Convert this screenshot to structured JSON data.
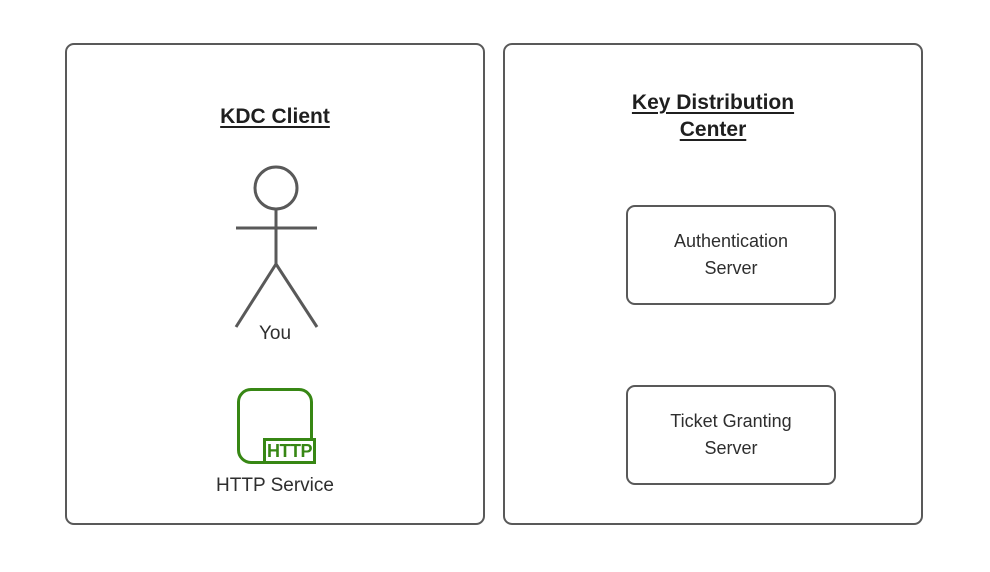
{
  "colors": {
    "stroke": "#595959",
    "title_text": "#1f1f1f",
    "label_text": "#2e2e2e",
    "green": "#378714",
    "bg": "#ffffff"
  },
  "client_panel": {
    "title": "KDC Client",
    "actor_label": "You",
    "http_badge": "HTTP",
    "http_service_label": "HTTP Service"
  },
  "kdc_panel": {
    "title": "Key Distribution Center",
    "nodes": [
      {
        "label": "Authentication Server"
      },
      {
        "label": "Ticket Granting Server"
      }
    ]
  }
}
